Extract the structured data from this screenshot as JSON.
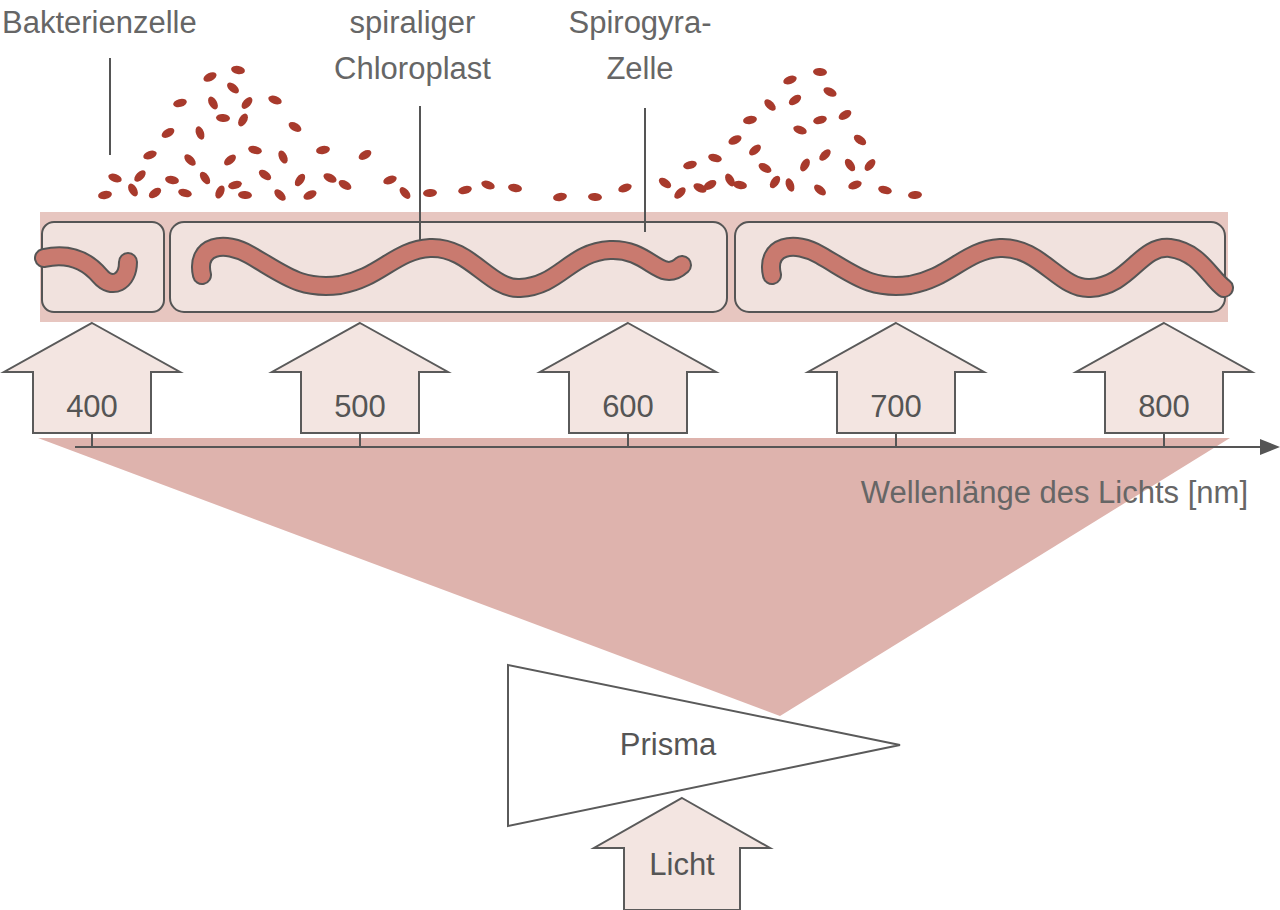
{
  "diagram": {
    "nodes": [
      {
        "text": [
          "400"
        ]
      },
      {
        "text": [
          "500"
        ]
      },
      {
        "text": [
          "600"
        ]
      },
      {
        "text": [
          "700"
        ]
      },
      {
        "text": [
          "800"
        ]
      },
      {
        "text": [
          "Prisma"
        ]
      },
      {
        "text": [
          "Licht"
        ]
      }
    ],
    "edges": [],
    "labels": [
      "Bakterienzelle",
      "spiraliger Chloroplast",
      "Spirogyra- Zelle",
      "Wellenlänge des Lichts [nm]"
    ]
  }
}
